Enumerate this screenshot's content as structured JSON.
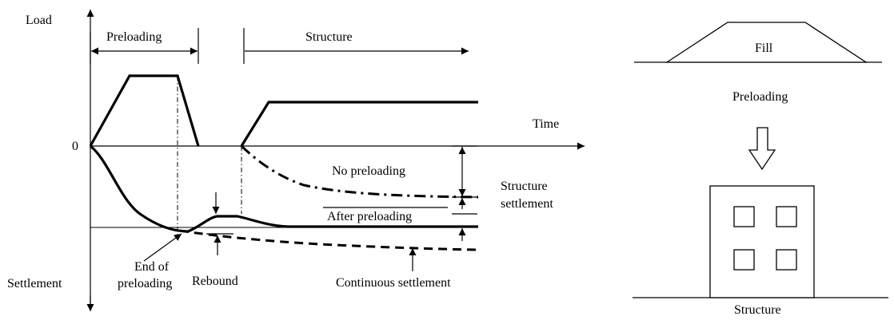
{
  "diagram": {
    "axes": {
      "y_top_label": "Load",
      "y_bottom_label": "Settlement",
      "x_label": "Time",
      "origin_label": "0"
    },
    "phases": {
      "preloading": "Preloading",
      "structure": "Structure"
    },
    "curves": {
      "no_preloading": "No preloading",
      "after_preloading": "After preloading",
      "continuous_settlement": "Continuous settlement"
    },
    "annotations": {
      "end_of_preloading_line1": "End of",
      "end_of_preloading_line2": "preloading",
      "rebound": "Rebound",
      "structure_settlement_line1": "Structure",
      "structure_settlement_line2": "settlement"
    },
    "sketch": {
      "fill_label": "Fill",
      "preloading_label": "Preloading",
      "structure_label": "Structure"
    }
  }
}
